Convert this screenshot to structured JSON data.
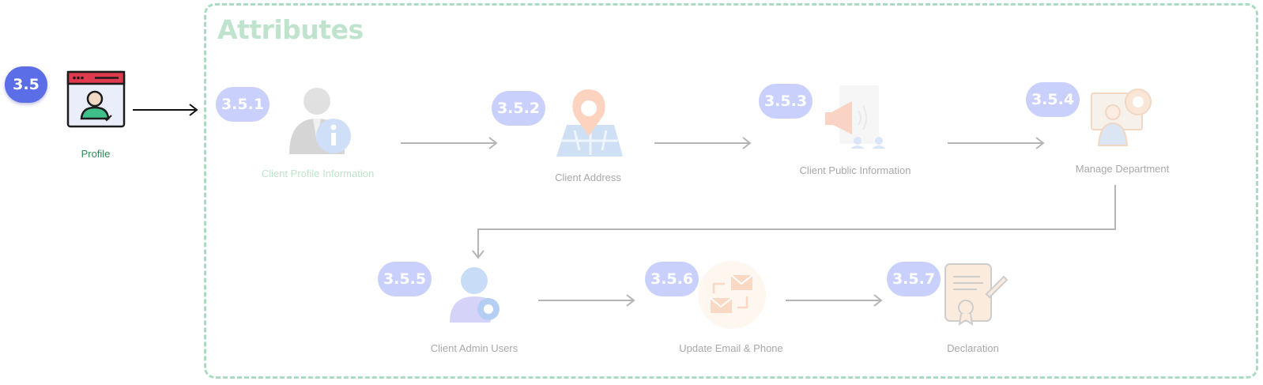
{
  "main_node": {
    "badge": "3.5",
    "label": "Profile"
  },
  "group": {
    "title": "Attributes",
    "steps": [
      {
        "badge": "3.5.1",
        "label": "Client Profile Information",
        "icon": "user-info-icon"
      },
      {
        "badge": "3.5.2",
        "label": "Client Address",
        "icon": "map-pin-icon"
      },
      {
        "badge": "3.5.3",
        "label": "Client Public Information",
        "icon": "megaphone-document-icon"
      },
      {
        "badge": "3.5.4",
        "label": "Manage Department",
        "icon": "admin-settings-icon"
      },
      {
        "badge": "3.5.5",
        "label": "Client Admin Users",
        "icon": "user-gear-icon"
      },
      {
        "badge": "3.5.6",
        "label": "Update Email & Phone",
        "icon": "email-exchange-icon"
      },
      {
        "badge": "3.5.7",
        "label": "Declaration",
        "icon": "certificate-scroll-icon"
      }
    ]
  },
  "colors": {
    "main_badge": "#5b6ee8",
    "sub_badge": "#c9d0fb",
    "frame_border": "#a9dcc0",
    "profile_label": "#2e8b57",
    "connector": "#b5b5b5"
  }
}
